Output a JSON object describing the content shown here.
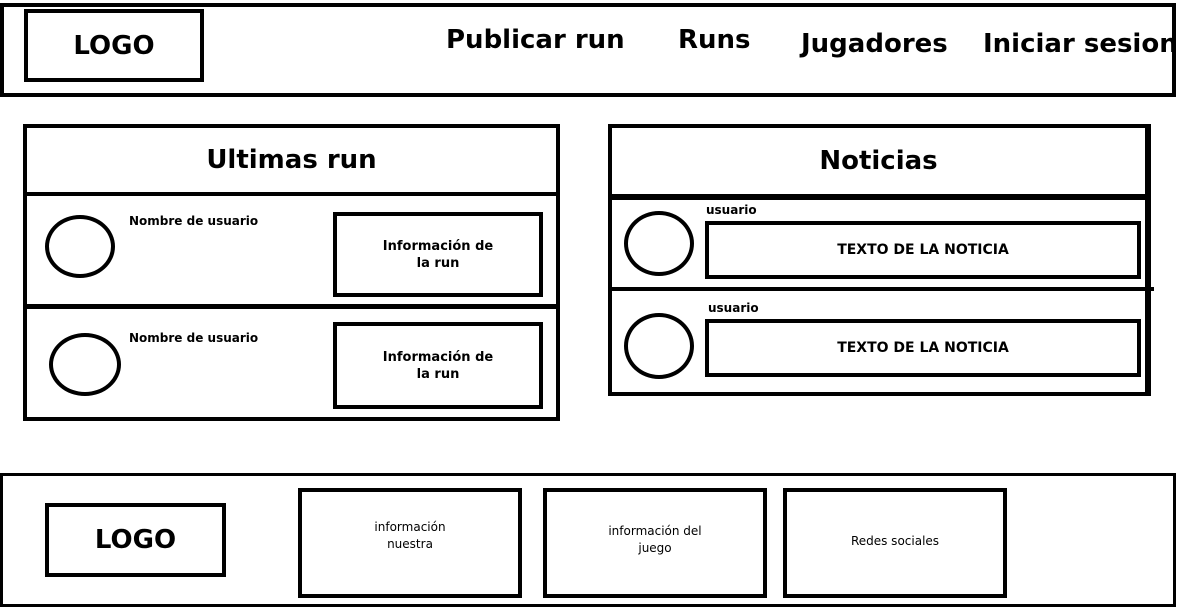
{
  "header": {
    "logo": "LOGO",
    "nav": [
      {
        "label": "Publicar run"
      },
      {
        "label": "Runs"
      },
      {
        "label": "Jugadores"
      },
      {
        "label": "Iniciar sesion"
      }
    ]
  },
  "latest_runs": {
    "title": "Ultimas run",
    "items": [
      {
        "username": "Nombre de usuario",
        "info": "Información de\nla run"
      },
      {
        "username": "Nombre de usuario",
        "info": "Información de\nla run"
      }
    ]
  },
  "news": {
    "title": "Noticias",
    "items": [
      {
        "user": "usuario",
        "text": "TEXTO DE LA NOTICIA"
      },
      {
        "user": "usuario",
        "text": "TEXTO DE LA NOTICIA"
      }
    ]
  },
  "footer": {
    "logo": "LOGO",
    "about": "información\nnuestra",
    "game_info": "información del\njuego",
    "social": "Redes sociales"
  }
}
